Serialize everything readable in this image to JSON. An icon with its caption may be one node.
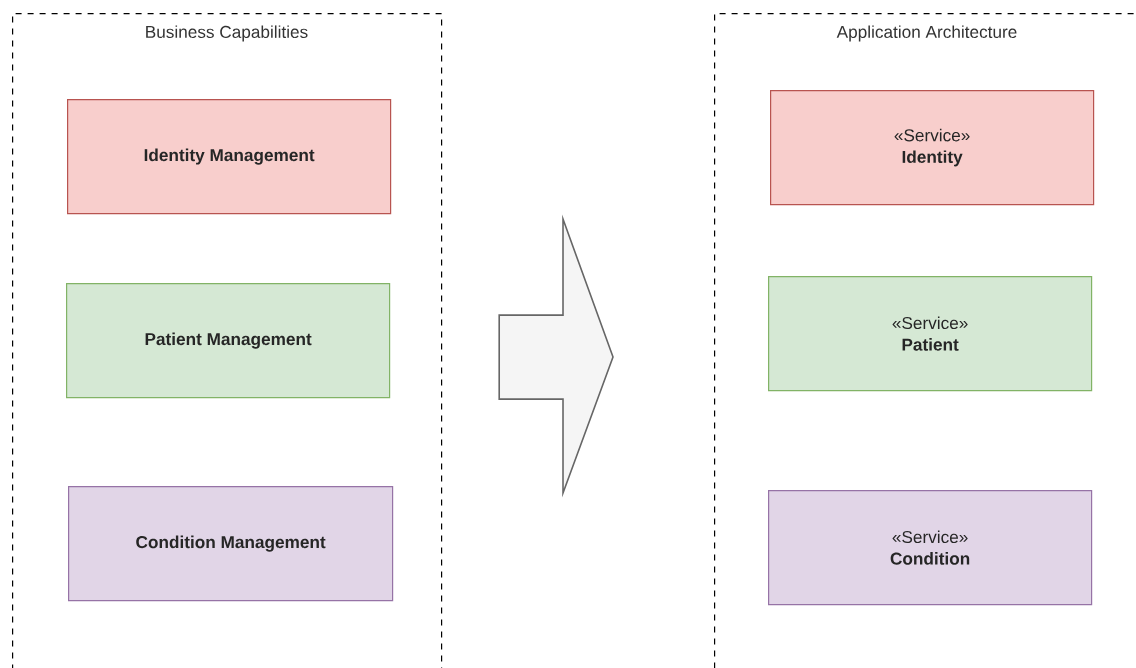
{
  "diagram": {
    "nodes": [
      {
        "text": [
          "Business Capabilities"
        ]
      },
      {
        "text": [
          "Identity Management"
        ],
        "in": 0
      },
      {
        "text": [
          "Patient Management"
        ],
        "in": 0
      },
      {
        "text": [
          "Condition Management"
        ],
        "in": 0
      },
      {
        "text": [
          "Application Architecture"
        ]
      },
      {
        "text": [
          "«Service»",
          "Identity"
        ],
        "in": 4
      },
      {
        "text": [
          "«Service»",
          "Patient"
        ],
        "in": 4
      },
      {
        "text": [
          "«Service»",
          "Condition"
        ],
        "in": 4
      }
    ],
    "edges": [
      {
        "from": 0,
        "to": 4,
        "arrow": "to"
      }
    ]
  }
}
